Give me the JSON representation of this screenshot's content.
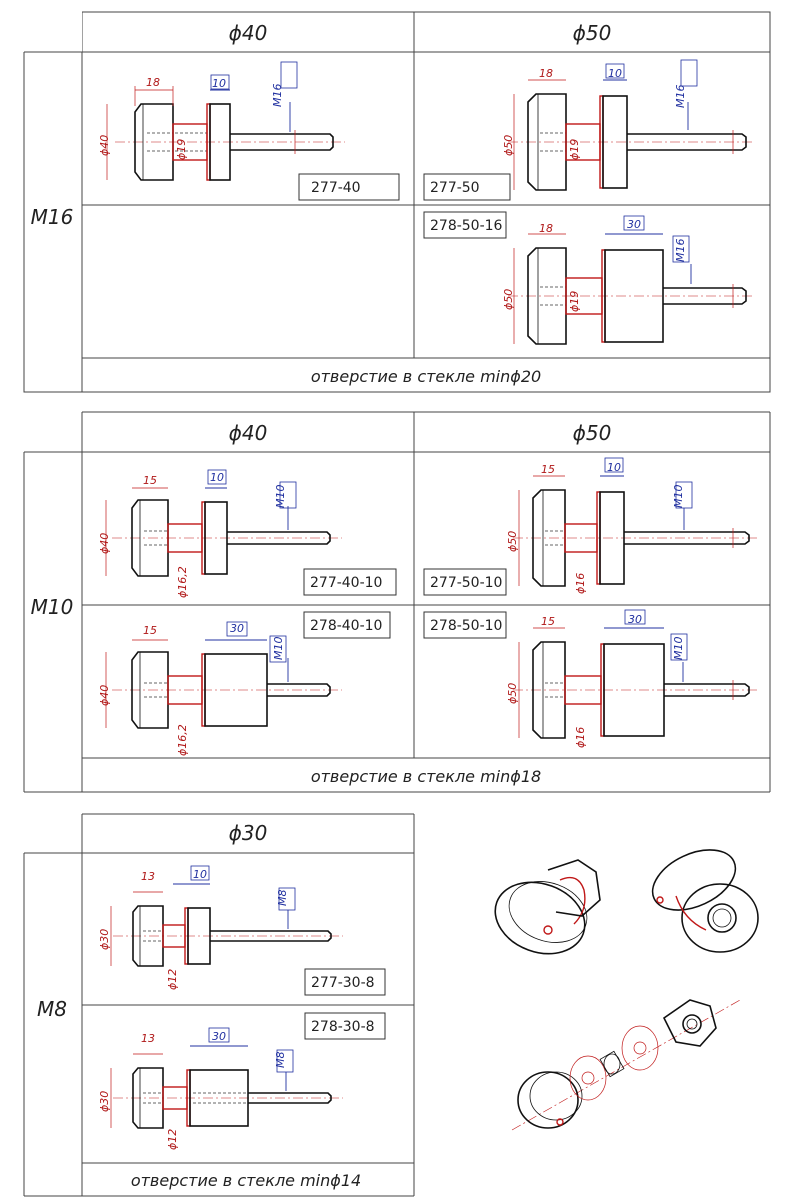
{
  "sections": [
    {
      "thread": "M16",
      "columns": [
        "ϕ40",
        "ϕ50"
      ],
      "codes": [
        "277-40",
        "277-50",
        "278-50-16"
      ],
      "footer": "отверстие в стекле minϕ20",
      "dims": {
        "head_width": "18",
        "washer_width": "10",
        "spacer_width": "30",
        "thread_label": "M16",
        "outer_d40": "ϕ40",
        "outer_d50": "ϕ50",
        "inner_d": "ϕ19"
      }
    },
    {
      "thread": "M10",
      "columns": [
        "ϕ40",
        "ϕ50"
      ],
      "codes": [
        "277-40-10",
        "277-50-10",
        "278-40-10",
        "278-50-10"
      ],
      "footer": "отверстие в стекле minϕ18",
      "dims": {
        "head_width": "15",
        "washer_width": "10",
        "spacer_width": "30",
        "thread_label": "M10",
        "outer_d40": "ϕ40",
        "outer_d50": "ϕ50",
        "inner_d40": "ϕ16,2",
        "inner_d50": "ϕ16"
      }
    },
    {
      "thread": "M8",
      "columns": [
        "ϕ30"
      ],
      "codes": [
        "277-30-8",
        "278-30-8"
      ],
      "footer": "отверстие в стекле minϕ14",
      "dims": {
        "head_width": "13",
        "washer_width": "10",
        "spacer_width": "30",
        "thread_label": "M8",
        "outer_d30": "ϕ30",
        "inner_d": "ϕ12"
      }
    }
  ]
}
